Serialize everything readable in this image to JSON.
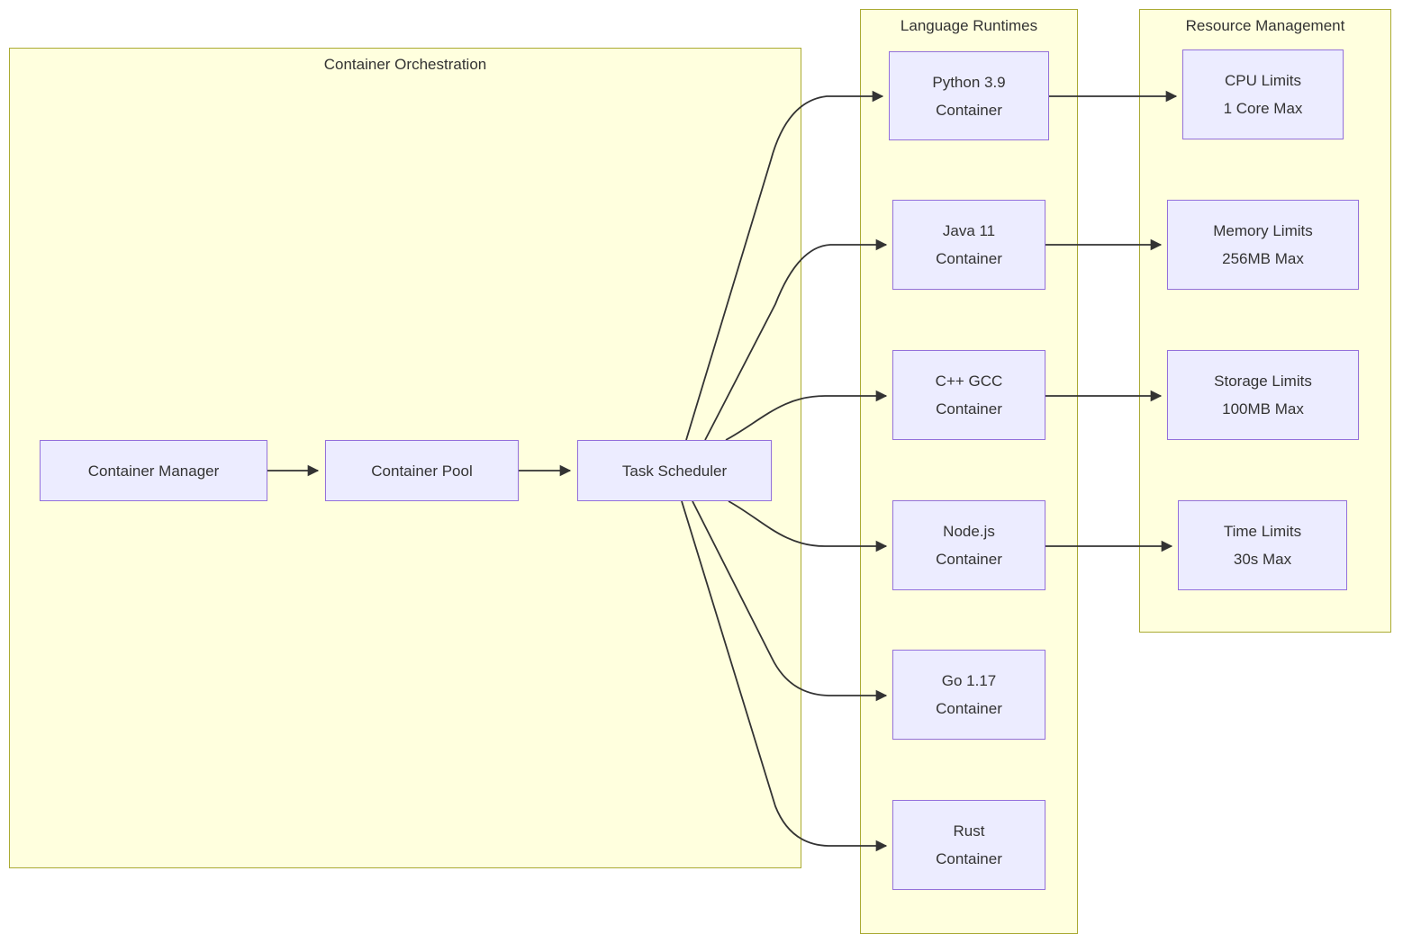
{
  "clusters": {
    "orchestration": {
      "title": "Container Orchestration"
    },
    "runtimes": {
      "title": "Language Runtimes"
    },
    "resources": {
      "title": "Resource Management"
    }
  },
  "nodes": {
    "manager": {
      "lines": [
        "Container Manager"
      ]
    },
    "pool": {
      "lines": [
        "Container Pool"
      ]
    },
    "scheduler": {
      "lines": [
        "Task Scheduler"
      ]
    },
    "python": {
      "lines": [
        "Python 3.9",
        "Container"
      ]
    },
    "java": {
      "lines": [
        "Java 11",
        "Container"
      ]
    },
    "cpp": {
      "lines": [
        "C++ GCC",
        "Container"
      ]
    },
    "nodejs": {
      "lines": [
        "Node.js",
        "Container"
      ]
    },
    "go": {
      "lines": [
        "Go 1.17",
        "Container"
      ]
    },
    "rust": {
      "lines": [
        "Rust",
        "Container"
      ]
    },
    "cpu": {
      "lines": [
        "CPU Limits",
        "1 Core Max"
      ]
    },
    "memory": {
      "lines": [
        "Memory Limits",
        "256MB Max"
      ]
    },
    "storage": {
      "lines": [
        "Storage Limits",
        "100MB Max"
      ]
    },
    "time": {
      "lines": [
        "Time Limits",
        "30s Max"
      ]
    }
  },
  "edges": [
    {
      "from": "Container Manager",
      "to": "Container Pool"
    },
    {
      "from": "Container Pool",
      "to": "Task Scheduler"
    },
    {
      "from": "Task Scheduler",
      "to": "Python 3.9 Container"
    },
    {
      "from": "Task Scheduler",
      "to": "Java 11 Container"
    },
    {
      "from": "Task Scheduler",
      "to": "C++ GCC Container"
    },
    {
      "from": "Task Scheduler",
      "to": "Node.js Container"
    },
    {
      "from": "Task Scheduler",
      "to": "Go 1.17 Container"
    },
    {
      "from": "Task Scheduler",
      "to": "Rust Container"
    },
    {
      "from": "Python 3.9 Container",
      "to": "CPU Limits 1 Core Max"
    },
    {
      "from": "Java 11 Container",
      "to": "Memory Limits 256MB Max"
    },
    {
      "from": "C++ GCC Container",
      "to": "Storage Limits 100MB Max"
    },
    {
      "from": "Node.js Container",
      "to": "Time Limits 30s Max"
    }
  ],
  "colors": {
    "node_fill": "#ECECFF",
    "node_border": "#9370DB",
    "cluster_fill": "#FFFFDE",
    "cluster_border": "#AAAA33",
    "edge": "#333333",
    "text": "#333333"
  }
}
